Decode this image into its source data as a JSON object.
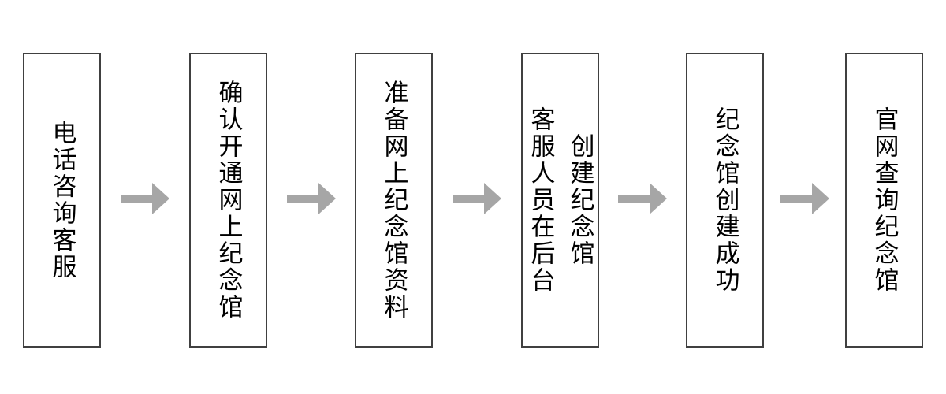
{
  "colors": {
    "background": "#ffffff",
    "box_border": "#404040",
    "text": "#000000",
    "arrow": "#a6a6a6"
  },
  "flowchart": {
    "type": "horizontal-process-flow",
    "connector": "right-arrow",
    "steps": [
      {
        "label": "电话咨询客服",
        "display": "电话咨询客服"
      },
      {
        "label": "确认开通网上纪念馆",
        "display": "确认开通网上纪念馆"
      },
      {
        "label": "准备网上纪念馆资料",
        "display": "准备网上纪念馆资料"
      },
      {
        "label": "客服人员在后台创建纪念馆",
        "display": "客服人员在后台\n创建纪念馆"
      },
      {
        "label": "纪念馆创建成功",
        "display": "纪念馆创建成功"
      },
      {
        "label": "官网查询纪念馆",
        "display": "官网查询纪念馆"
      }
    ]
  }
}
